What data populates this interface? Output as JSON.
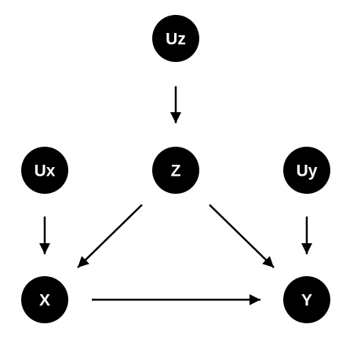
{
  "diagram": {
    "type": "directed-graph",
    "colors": {
      "node_fill": "#000000",
      "label": "#ffffff",
      "edge": "#000000",
      "background": "#ffffff"
    },
    "nodes": [
      {
        "id": "uz",
        "label": "Uz"
      },
      {
        "id": "ux",
        "label": "Ux"
      },
      {
        "id": "z",
        "label": "Z"
      },
      {
        "id": "uy",
        "label": "Uy"
      },
      {
        "id": "x",
        "label": "X"
      },
      {
        "id": "y",
        "label": "Y"
      }
    ],
    "edges": [
      {
        "from": "uz",
        "to": "z"
      },
      {
        "from": "ux",
        "to": "x"
      },
      {
        "from": "uy",
        "to": "y"
      },
      {
        "from": "z",
        "to": "x"
      },
      {
        "from": "z",
        "to": "y"
      },
      {
        "from": "x",
        "to": "y"
      }
    ]
  }
}
